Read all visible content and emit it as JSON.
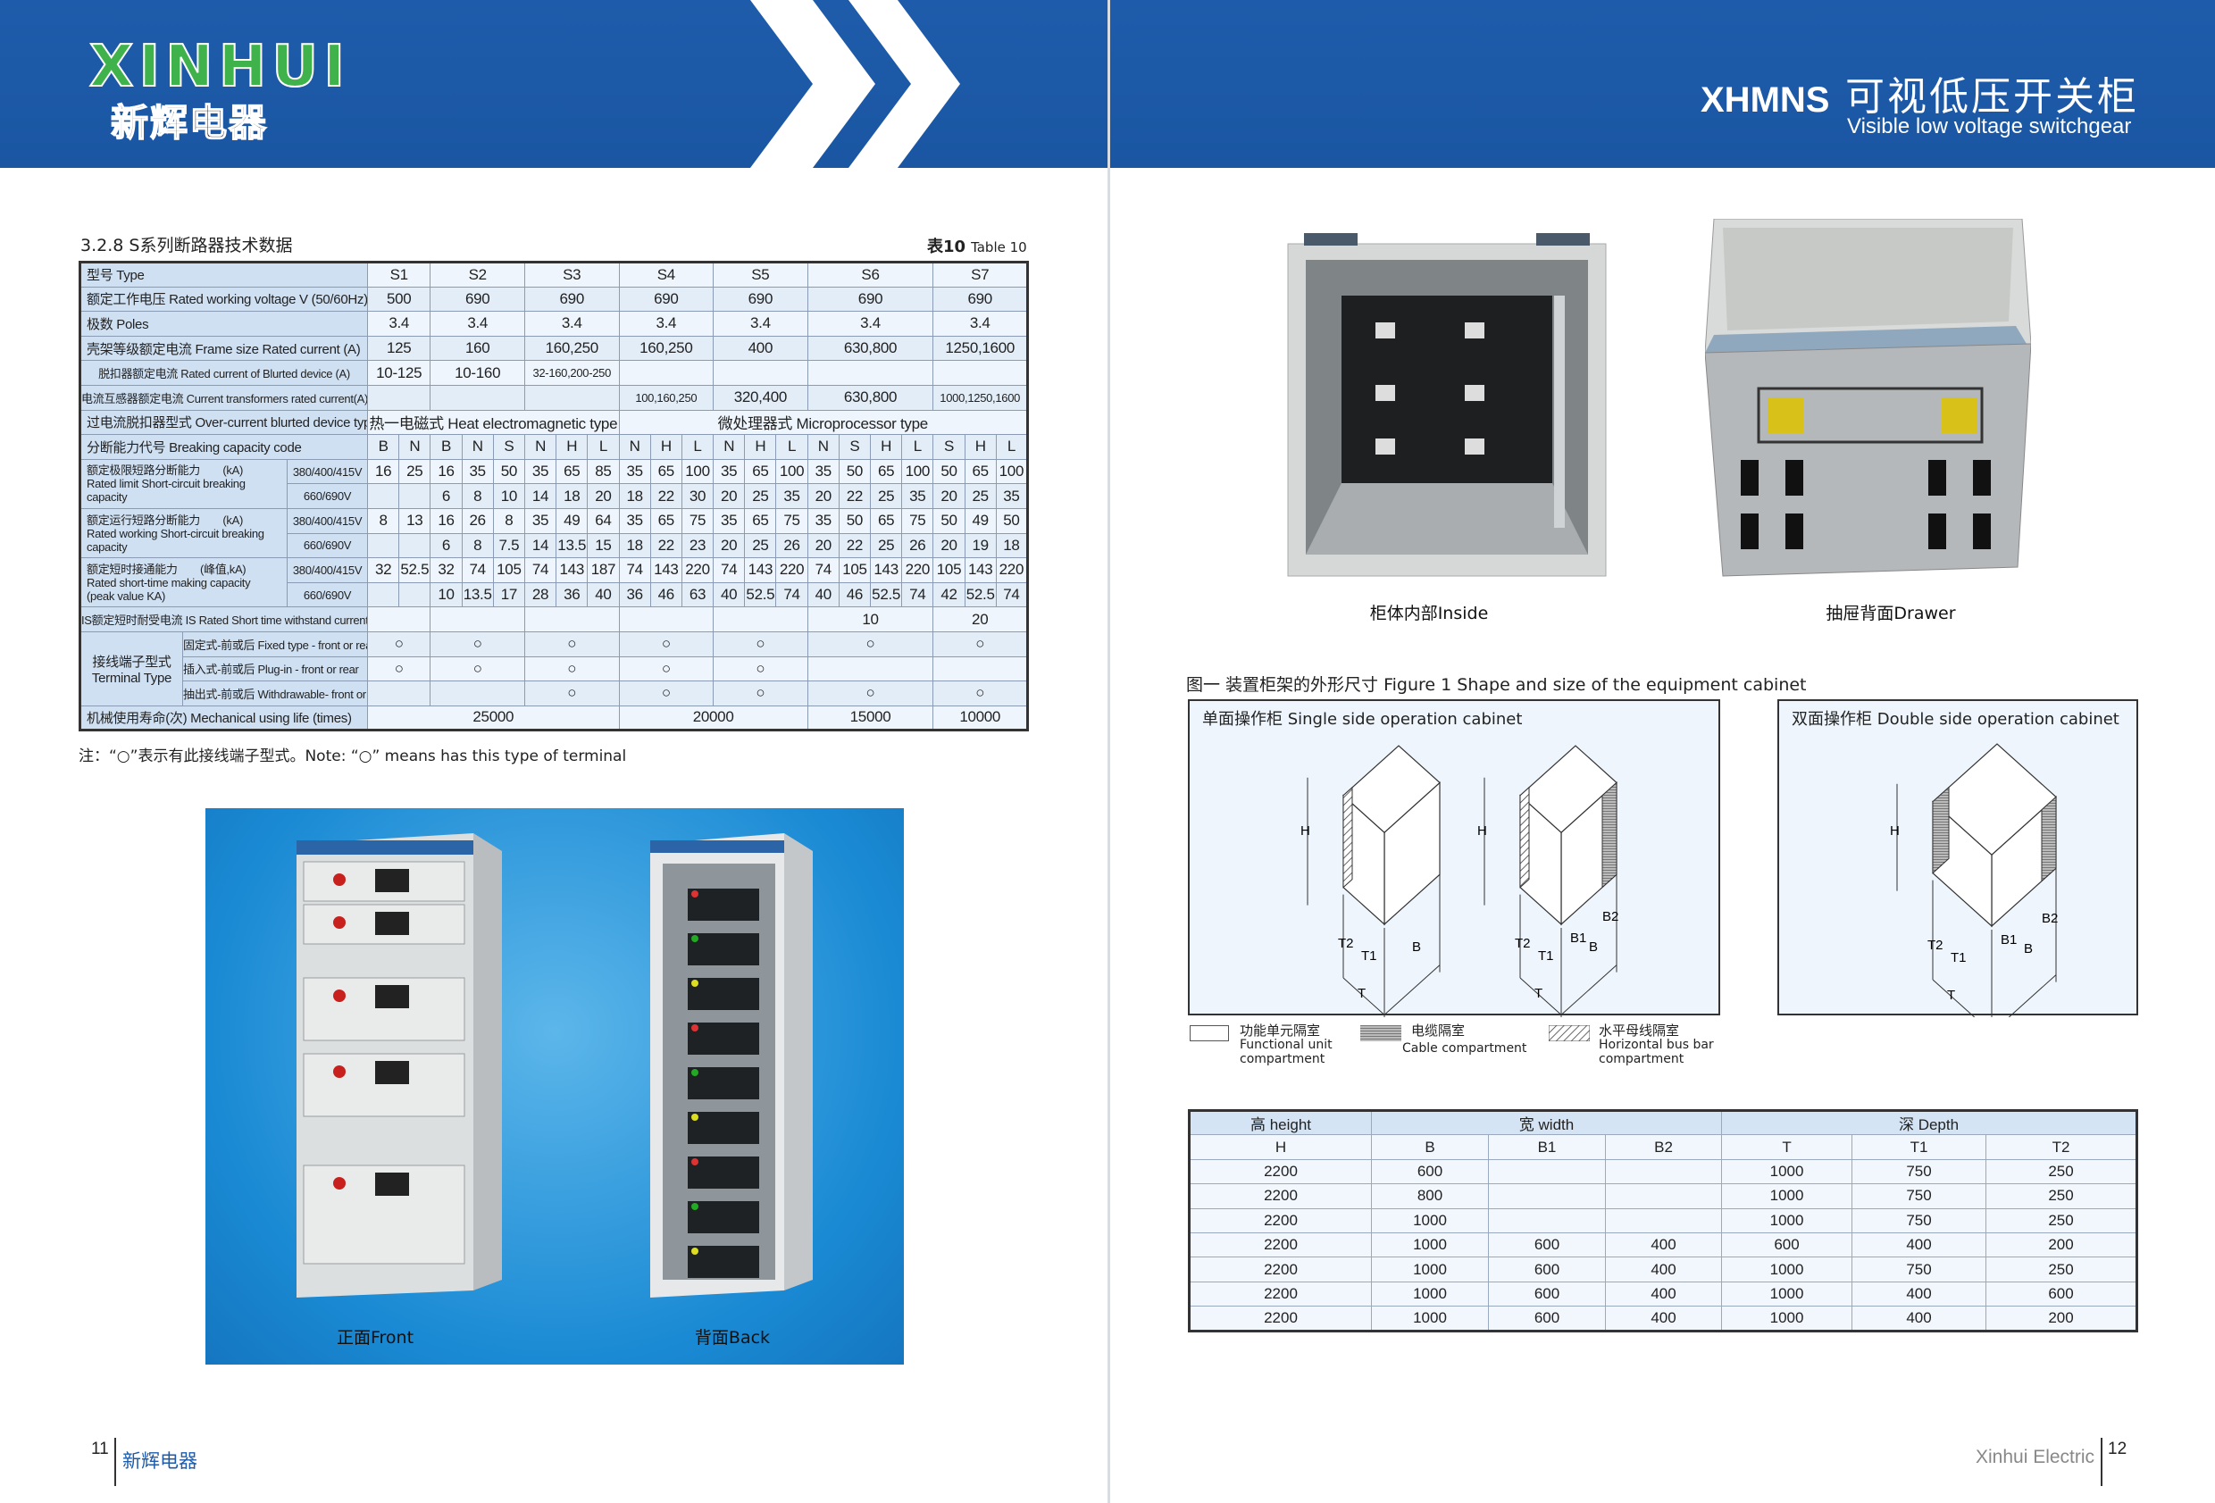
{
  "header": {
    "logo_en": "XINHUI",
    "logo_zh": "新辉电器",
    "brand": "XHMNS",
    "title_zh": "可视低压开关柜",
    "title_en": "Visible low voltage switchgear",
    "colors": {
      "band": "#1e5cab",
      "logo_green": "#3fb24b",
      "table_label": "#cfe0f3",
      "table_cell": "#eef5fc"
    }
  },
  "table10": {
    "section_title": "3.2.8   S系列断路器技术数据",
    "table_no": "表10",
    "table_no_en": "Table 10",
    "type_label": "型号 Type",
    "models": [
      "S1",
      "S2",
      "S3",
      "S4",
      "S5",
      "S6",
      "S7"
    ],
    "codes": [
      [
        "B",
        "N"
      ],
      [
        "B",
        "N",
        "S"
      ],
      [
        "N",
        "H",
        "L"
      ],
      [
        "N",
        "H",
        "L"
      ],
      [
        "N",
        "H",
        "L"
      ],
      [
        "N",
        "S",
        "H",
        "L"
      ],
      [
        "S",
        "H",
        "L"
      ]
    ],
    "simple_rows": [
      {
        "label": "额定工作电压 Rated working voltage V (50/60Hz)",
        "values": [
          "500",
          "690",
          "690",
          "690",
          "690",
          "690",
          "690"
        ]
      },
      {
        "label": "极数 Poles",
        "values": [
          "3.4",
          "3.4",
          "3.4",
          "3.4",
          "3.4",
          "3.4",
          "3.4"
        ]
      },
      {
        "label": "壳架等级额定电流 Frame size Rated current (A)",
        "values": [
          "125",
          "160",
          "160,250",
          "160,250",
          "400",
          "630,800",
          "1250,1600"
        ]
      },
      {
        "label": "脱扣器额定电流 Rated current of Blurted device (A)",
        "values": [
          "10-125",
          "10-160",
          "32-160,200-250",
          "",
          "",
          "",
          ""
        ]
      },
      {
        "label": "电流互感器额定电流 Current transformers rated current(A)",
        "values": [
          "",
          "",
          "",
          "100,160,250",
          "320,400",
          "630,800",
          "1000,1250,1600"
        ]
      }
    ],
    "device_type": {
      "label": "过电流脱扣器型式 Over-current blurted device type",
      "groups": [
        {
          "text": "热一电磁式 Heat electromagnetic type",
          "models": [
            "S1",
            "S2",
            "S3"
          ]
        },
        {
          "text": "微处理器式 Microprocessor type",
          "models": [
            "S4",
            "S5",
            "S6",
            "S7"
          ]
        }
      ]
    },
    "code_label": "分断能力代号 Breaking capacity code",
    "capacity_groups": [
      {
        "label_zh": "额定极限短路分断能力　　(kA)",
        "label_en": "Rated limit Short-circuit breaking capacity",
        "rows": [
          {
            "voltage": "380/400/415V",
            "values": [
              "16",
              "25",
              "16",
              "35",
              "50",
              "35",
              "65",
              "85",
              "35",
              "65",
              "100",
              "35",
              "65",
              "100",
              "35",
              "50",
              "65",
              "100",
              "50",
              "65",
              "100"
            ]
          },
          {
            "voltage": "660/690V",
            "values": [
              "",
              "",
              "6",
              "8",
              "10",
              "14",
              "18",
              "20",
              "18",
              "22",
              "30",
              "20",
              "25",
              "35",
              "20",
              "22",
              "25",
              "35",
              "20",
              "25",
              "35"
            ]
          }
        ]
      },
      {
        "label_zh": "额定运行短路分断能力　　(kA)",
        "label_en": "Rated working Short-circuit breaking capacity",
        "rows": [
          {
            "voltage": "380/400/415V",
            "values": [
              "8",
              "13",
              "16",
              "26",
              "8",
              "35",
              "49",
              "64",
              "35",
              "65",
              "75",
              "35",
              "65",
              "75",
              "35",
              "50",
              "65",
              "75",
              "50",
              "49",
              "50"
            ]
          },
          {
            "voltage": "660/690V",
            "values": [
              "",
              "",
              "6",
              "8",
              "7.5",
              "14",
              "13.5",
              "15",
              "18",
              "22",
              "23",
              "20",
              "25",
              "26",
              "20",
              "22",
              "25",
              "26",
              "20",
              "19",
              "18"
            ]
          }
        ]
      },
      {
        "label_zh": "额定短时接通能力　　(峰值,kA)",
        "label_en": "Rated short-time making capacity　(peak value KA)",
        "rows": [
          {
            "voltage": "380/400/415V",
            "values": [
              "32",
              "52.5",
              "32",
              "74",
              "105",
              "74",
              "143",
              "187",
              "74",
              "143",
              "220",
              "74",
              "143",
              "220",
              "74",
              "105",
              "143",
              "220",
              "105",
              "143",
              "220"
            ]
          },
          {
            "voltage": "660/690V",
            "values": [
              "",
              "",
              "10",
              "13.5",
              "17",
              "28",
              "36",
              "40",
              "36",
              "46",
              "63",
              "40",
              "52.5",
              "74",
              "40",
              "46",
              "52.5",
              "74",
              "42",
              "52.5",
              "74"
            ]
          }
        ]
      }
    ],
    "is_row": {
      "label": "IS额定短时耐受电流 IS Rated Short time withstand current(kA)",
      "values": [
        "",
        "",
        "",
        "",
        "",
        "10",
        "20"
      ]
    },
    "terminal": {
      "label_zh": "接线端子型式",
      "label_en": "Terminal Type",
      "mark": "○",
      "rows": [
        {
          "label": "固定式-前或后 Fixed type - front or rear",
          "marks": [
            true,
            true,
            true,
            true,
            true,
            true,
            true
          ]
        },
        {
          "label": "插入式-前或后 Plug-in - front or rear",
          "marks": [
            true,
            true,
            true,
            true,
            true,
            false,
            false
          ]
        },
        {
          "label": "抽出式-前或后 Withdrawable- front or rear",
          "marks": [
            false,
            false,
            true,
            true,
            true,
            true,
            true
          ]
        }
      ]
    },
    "mech": {
      "label": "机械使用寿命(次) Mechanical using life (times)",
      "groups": [
        {
          "value": "25000",
          "models": [
            "S1",
            "S2",
            "S3"
          ]
        },
        {
          "value": "20000",
          "models": [
            "S4",
            "S5"
          ]
        },
        {
          "value": "15000",
          "models": [
            "S6"
          ]
        },
        {
          "value": "10000",
          "models": [
            "S7"
          ]
        }
      ]
    },
    "note": "注：“○”表示有此接线端子型式。Note: “○”  means has this type of terminal"
  },
  "photos": {
    "front": "正面Front",
    "back": "背面Back",
    "inside": "柜体内部Inside",
    "drawer": "抽屉背面Drawer"
  },
  "figure": {
    "caption": "图一  装置柜架的外形尺寸 Figure 1  Shape and size of the equipment cabinet",
    "single_title": "单面操作柜 Single side operation cabinet",
    "double_title": "双面操作柜 Double side operation cabinet",
    "dim_labels": {
      "H": "H",
      "T": "T",
      "T1": "T1",
      "T2": "T2",
      "B": "B",
      "B1": "B1",
      "B2": "B2"
    },
    "legend": [
      {
        "zh": "功能单元隔室",
        "en": "Functional unit compartment"
      },
      {
        "zh": "电缆隔室",
        "en": "Cable compartment"
      },
      {
        "zh": "水平母线隔室",
        "en": "Horizontal bus bar compartment"
      }
    ]
  },
  "dimensions": {
    "groups": [
      {
        "label": "高 height"
      },
      {
        "label": "宽 width"
      },
      {
        "label": "深 Depth"
      }
    ],
    "columns": [
      "H",
      "B",
      "B1",
      "B2",
      "T",
      "T1",
      "T2"
    ],
    "rows": [
      [
        "2200",
        "600",
        "",
        "",
        "1000",
        "750",
        "250"
      ],
      [
        "2200",
        "800",
        "",
        "",
        "1000",
        "750",
        "250"
      ],
      [
        "2200",
        "1000",
        "",
        "",
        "1000",
        "750",
        "250"
      ],
      [
        "2200",
        "1000",
        "600",
        "400",
        "600",
        "400",
        "200"
      ],
      [
        "2200",
        "1000",
        "600",
        "400",
        "1000",
        "750",
        "250"
      ],
      [
        "2200",
        "1000",
        "600",
        "400",
        "1000",
        "400",
        "600"
      ],
      [
        "2200",
        "1000",
        "600",
        "400",
        "1000",
        "400",
        "200"
      ]
    ]
  },
  "footer": {
    "left_page": "11",
    "left_brand": "新辉电器",
    "right_brand": "Xinhui Electric",
    "right_page": "12"
  }
}
